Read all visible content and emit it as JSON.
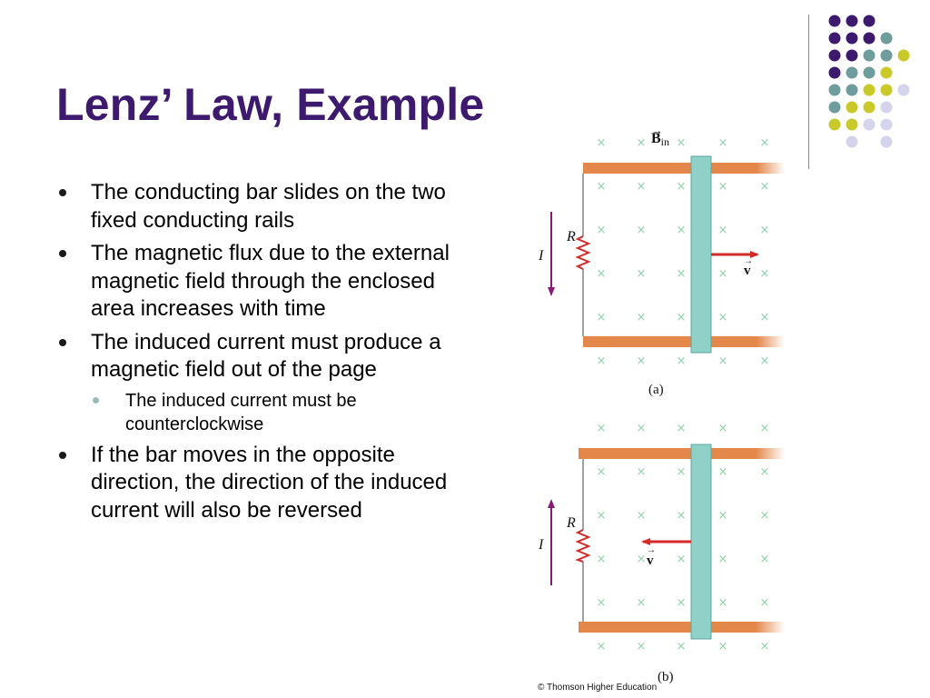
{
  "title": "Lenz’ Law, Example",
  "bullets": [
    {
      "text": "The conducting bar slides on the two fixed conducting rails",
      "sub": []
    },
    {
      "text": "The magnetic flux due to the external magnetic field through the enclosed area increases with time",
      "sub": []
    },
    {
      "text": "The induced current must produce a magnetic field out of the page",
      "sub": [
        "The induced current must be counterclockwise"
      ]
    },
    {
      "text": "If the bar moves in the opposite direction, the direction of the induced current will also be reversed",
      "sub": []
    }
  ],
  "figure": {
    "field_label": "B",
    "field_label_sub": "in",
    "field_symbol": "×",
    "resistor_label": "R",
    "current_label": "I",
    "velocity_label": "v",
    "vector_arrow": "→",
    "panel_a_caption": "(a)",
    "panel_b_caption": "(b)",
    "copyright": "© Thomson Higher Education"
  },
  "colors": {
    "title": "#3d1a6e",
    "rail": "#e3874a",
    "bar": "#8fd1c9",
    "arrow": "#d42a2a",
    "current_arrow": "#8a1a7a",
    "field_marks": "#8fd1a8",
    "dot_purple": "#3d1a6e",
    "dot_teal": "#6f9c9c",
    "dot_yellow": "#c9c92a",
    "dot_lavender": "#d4d4ec"
  },
  "dot_grid": [
    [
      "purple",
      "purple",
      "purple",
      null,
      null
    ],
    [
      "purple",
      "purple",
      "purple",
      "teal",
      null
    ],
    [
      "purple",
      "purple",
      "teal",
      "teal",
      "yellow"
    ],
    [
      "purple",
      "teal",
      "teal",
      "yellow",
      null
    ],
    [
      "teal",
      "teal",
      "yellow",
      "yellow",
      "lavender"
    ],
    [
      "teal",
      "yellow",
      "yellow",
      "lavender",
      null
    ],
    [
      "yellow",
      "yellow",
      "lavender",
      "lavender",
      null
    ],
    [
      null,
      "lavender",
      null,
      "lavender",
      null
    ]
  ]
}
